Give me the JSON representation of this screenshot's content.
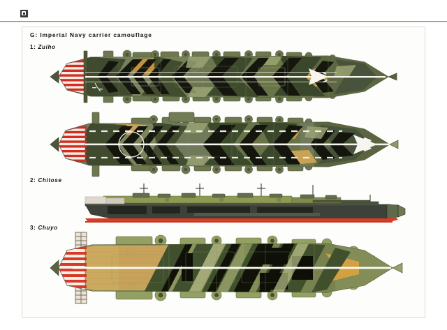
{
  "viewer": {
    "icon": "image-thumbnail-icon"
  },
  "plate": {
    "title": "G: Imperial Navy carrier camouflage",
    "ships": [
      {
        "id": "zuiho",
        "number": "1:",
        "name": "Zuiho",
        "views": [
          "plan-view-upper",
          "plan-view-lower"
        ],
        "markings": {
          "bow_stripes": "red-white vertical stripes",
          "deck_centerline": "white",
          "aft_arrow": "white arrow pointing aft",
          "turn_circle": "white circle marking"
        },
        "colors": {
          "deck_green": "#6e7a4e",
          "dark_green": "#3f4a2e",
          "black_pattern": "#16170f",
          "tan": "#c99a4f",
          "pale_green": "#9aa473",
          "bow_red": "#d62b20",
          "bow_white": "#f2efe6"
        }
      },
      {
        "id": "chitose",
        "number": "2:",
        "name": "Chitose",
        "views": [
          "starboard-profile"
        ],
        "markings": {
          "waterline_stripe": "red boot-topping",
          "hull": "dark grey-green",
          "flight_deck": "olive green"
        },
        "colors": {
          "hull_dark": "#3c4038",
          "deck_olive": "#8e9a53",
          "waterline_red": "#d2402a",
          "superstructure": "#6e7458"
        }
      },
      {
        "id": "chuyo",
        "number": "3:",
        "name": "Chuyo",
        "views": [
          "plan-view"
        ],
        "markings": {
          "bow_stripes": "red-white vertical stripes",
          "forward_deck": "natural wood / tan",
          "deck_centerline": "white",
          "diagonal_stripes": "dark green and black diagonal bands"
        },
        "colors": {
          "deck_green": "#7f8a54",
          "dark_green": "#3b4526",
          "black_pattern": "#101208",
          "wood_tan": "#c8a25a",
          "pale_green": "#a8ae7c",
          "bow_red": "#d9392a",
          "bow_white": "#f4f1e6"
        }
      }
    ],
    "annotations": {
      "north_arrow": "house-shaped outline arrow",
      "masts": "mast pole markers"
    }
  }
}
